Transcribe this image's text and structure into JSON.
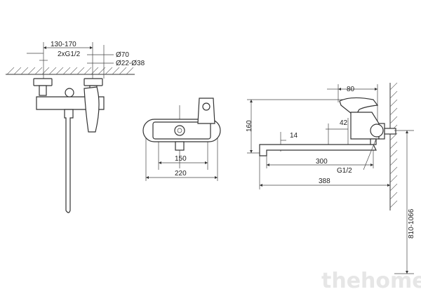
{
  "front_view": {
    "dim_spacing": "130-170",
    "dim_thread": "2xG1/2",
    "dim_rosette": "Ø70",
    "dim_pipe": "Ø22-Ø38"
  },
  "top_view": {
    "dim_inner": "150",
    "dim_outer": "220"
  },
  "side_view": {
    "dim_lever": "80",
    "dim_height": "160",
    "dim_outlet": "14",
    "dim_body": "42",
    "dim_spout": "300",
    "dim_thread": "G1/2",
    "dim_total": "388",
    "dim_install": "810-1066"
  },
  "watermark": "thehome"
}
